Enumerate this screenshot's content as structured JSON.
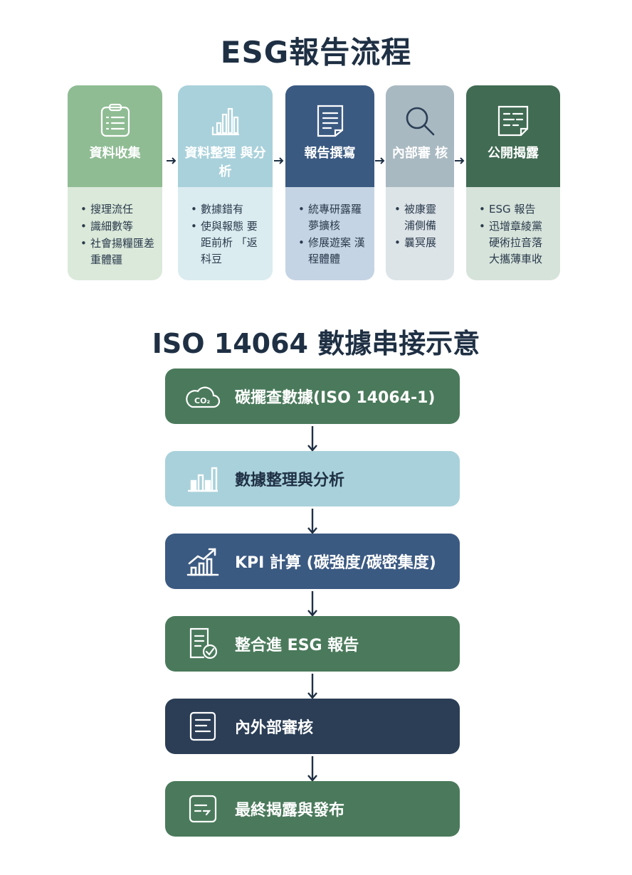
{
  "process": {
    "title": "ESG報告流程",
    "steps": [
      {
        "label": "資料收集",
        "icon": "clipboard-list-icon",
        "items": [
          "搜理流任",
          "識細數等",
          "社會揚糧匯差 重體疆"
        ]
      },
      {
        "label": "資料整理 與分析",
        "icon": "bar-chart-icon",
        "items": [
          "數據錯有",
          "使與報態 要距前析 「返科豆"
        ]
      },
      {
        "label": "報告撰寫",
        "icon": "document-icon",
        "items": [
          "統專研露羅 夢擴核",
          "修展遊案 漢程體體"
        ]
      },
      {
        "label": "內部審 核",
        "icon": "magnifier-icon",
        "items": [
          "被康靈 浦側備",
          "曩冥展"
        ]
      },
      {
        "label": "公開揭露",
        "icon": "report-icon",
        "items": [
          "ESG 報告",
          "迅增章綾黨 硬術拉音落 大攜薄車收"
        ]
      }
    ]
  },
  "iso": {
    "title": "ISO 14064 數據串接示意",
    "steps": [
      {
        "label": "碳擺查數據(ISO 14064-1)",
        "icon": "co2-cloud-icon"
      },
      {
        "label": "數據整理與分析",
        "icon": "bar-chart-icon"
      },
      {
        "label": "KPI 計算 (碳強度/碳密集度)",
        "icon": "growth-chart-icon"
      },
      {
        "label": "整合進 ESG 報告",
        "icon": "document-check-icon"
      },
      {
        "label": "內外部審核",
        "icon": "document-list-icon"
      },
      {
        "label": "最終揭露與發布",
        "icon": "publish-icon"
      }
    ]
  },
  "colors": {
    "title": "#1f3044",
    "green_light": "#8fbc93",
    "blue_light": "#a9d1db",
    "navy": "#3b5a82",
    "gray_blue": "#a9b9c1",
    "forest": "#416b53",
    "flow_green": "#4a7a5b",
    "flow_dark": "#2b3e56"
  }
}
